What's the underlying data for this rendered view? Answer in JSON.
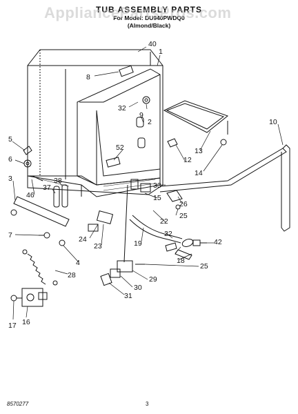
{
  "header": {
    "title": "TUB ASSEMBLY PARTS",
    "model": "For Model: DU940PWDQ0",
    "color": "(Almond/Black)"
  },
  "watermark": "AppliancePartsPros.com",
  "callouts": [
    "40",
    "1",
    "8",
    "32",
    "9",
    "2",
    "10",
    "13",
    "12",
    "14",
    "5",
    "6",
    "52",
    "3",
    "33",
    "26",
    "46",
    "37",
    "38",
    "15",
    "22",
    "25",
    "7",
    "24",
    "23",
    "19",
    "42",
    "4",
    "18",
    "28",
    "29",
    "30",
    "31",
    "17",
    "16"
  ],
  "footer": {
    "part_number": "8570277",
    "page": "3"
  },
  "colors": {
    "line": "#111111",
    "background": "#ffffff",
    "watermark": "#bebebe"
  }
}
